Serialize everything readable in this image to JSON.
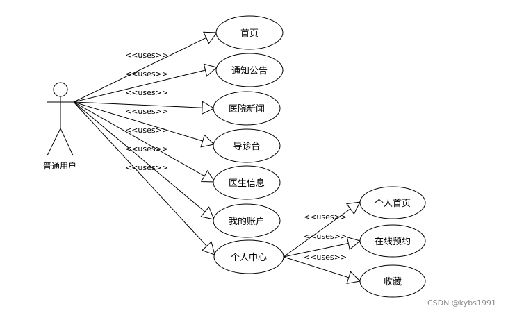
{
  "diagram": {
    "actor": {
      "label": "普通用户"
    },
    "edge_label": "<<uses>>",
    "use_cases": {
      "home": "首页",
      "notice": "通知公告",
      "news": "医院新闻",
      "guide": "导诊台",
      "doctor": "医生信息",
      "account": "我的账户",
      "center": "个人中心",
      "personal_home": "个人首页",
      "booking": "在线预约",
      "favorites": "收藏"
    },
    "relations": [
      {
        "from": "actor",
        "to": "home",
        "label": "<<uses>>"
      },
      {
        "from": "actor",
        "to": "notice",
        "label": "<<uses>>"
      },
      {
        "from": "actor",
        "to": "news",
        "label": "<<uses>>"
      },
      {
        "from": "actor",
        "to": "guide",
        "label": "<<uses>>"
      },
      {
        "from": "actor",
        "to": "doctor",
        "label": "<<uses>>"
      },
      {
        "from": "actor",
        "to": "account",
        "label": "<<uses>>"
      },
      {
        "from": "actor",
        "to": "center",
        "label": "<<uses>>"
      },
      {
        "from": "center",
        "to": "personal_home",
        "label": "<<uses>>"
      },
      {
        "from": "center",
        "to": "booking",
        "label": "<<uses>>"
      },
      {
        "from": "center",
        "to": "favorites",
        "label": "<<uses>>"
      }
    ]
  },
  "watermark": "CSDN @kybs1991"
}
